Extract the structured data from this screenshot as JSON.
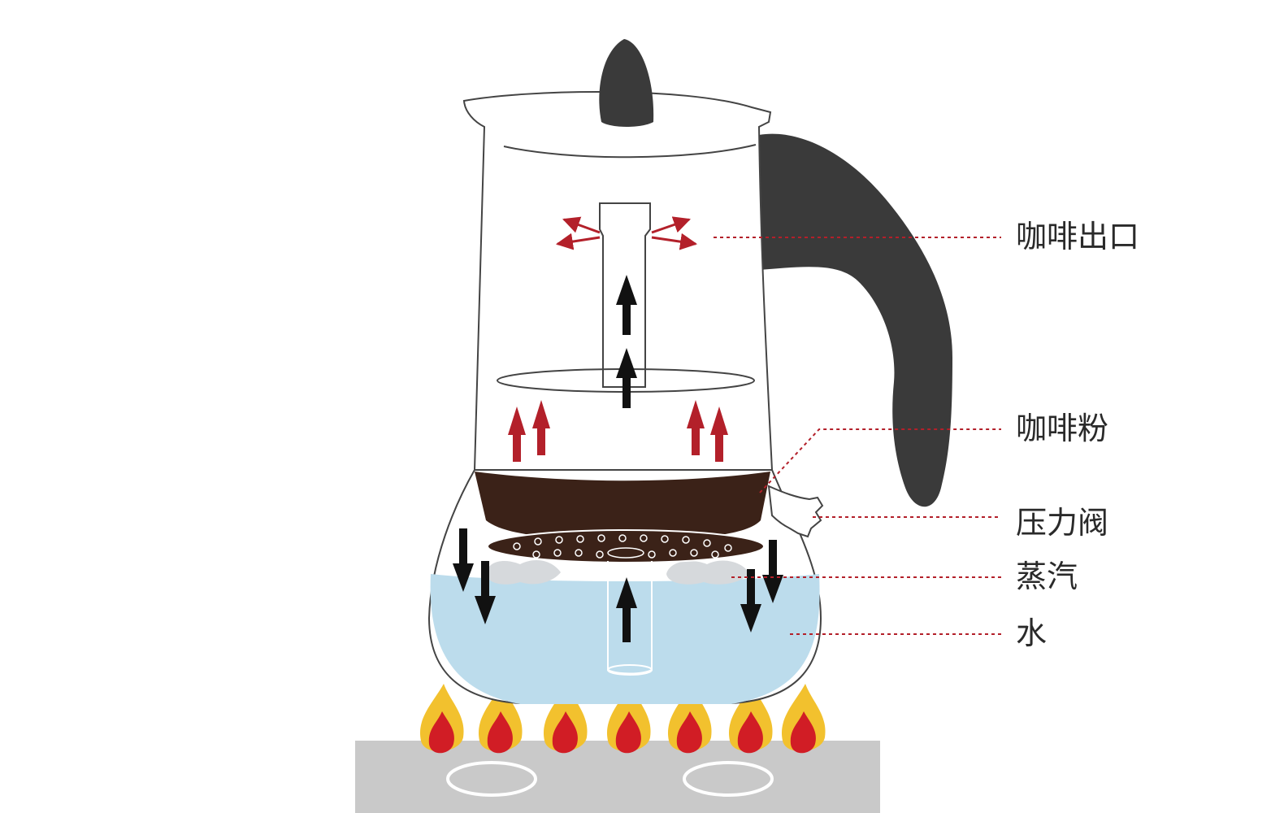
{
  "labels": {
    "coffee_outlet": "咖啡出口",
    "coffee_grounds": "咖啡粉",
    "pressure_valve": "压力阀",
    "steam": "蒸汽",
    "water": "水"
  },
  "colors": {
    "outline": "#444444",
    "handle": "#3a3a3a",
    "coffee": "#3b2218",
    "water": "#bcdcec",
    "steam": "#d6d9dc",
    "red_arrow": "#b3202a",
    "black_arrow": "#111111",
    "leader_line": "#b3202a",
    "flame_outer": "#f2c12e",
    "flame_inner": "#d11d25",
    "stove": "#c9c9c9"
  },
  "icons": {
    "flame": "flame-icon",
    "burner": "burner-ring-icon"
  }
}
